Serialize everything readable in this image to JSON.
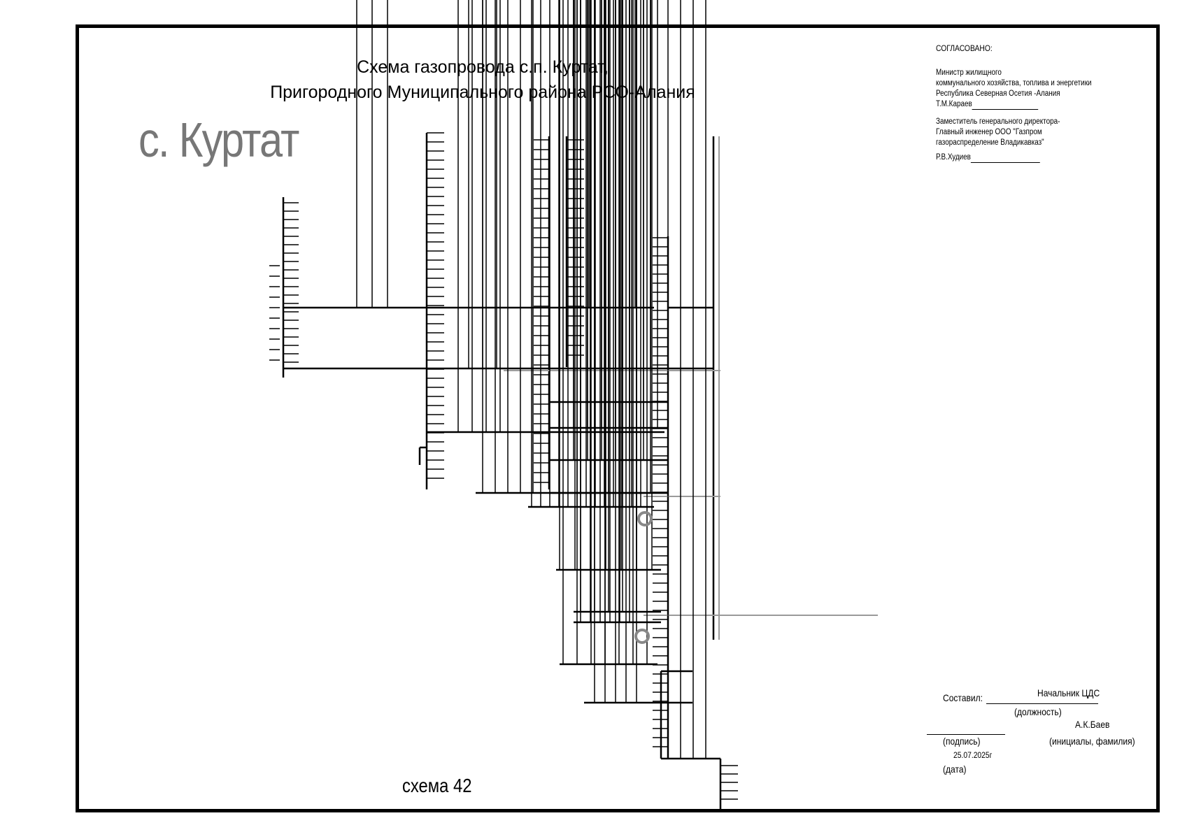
{
  "title": {
    "line1": "Схема газопровода с.п. Куртат,",
    "line2": "Пригородного  Муниципального района РСО-Алания"
  },
  "village_label": "с. Куртат",
  "scheme_label": "схема 42",
  "approval": {
    "heading": "СОГЛАСОВАНО:",
    "minister_line1": "Министр жилищного",
    "minister_line2": "коммунального хозяйства, топлива и энергетики",
    "minister_line3": "Республика Северная Осетия -Алания",
    "minister_name": "Т.М.Караев",
    "deputy_line1": "Заместитель генерального директора-",
    "deputy_line2": "Главный инженер  ООО \"Газпром",
    "deputy_line3": "газораспределение Владикавказ\"",
    "deputy_name": "Р.В.Худиев"
  },
  "signature": {
    "compiled_label": "Составил:",
    "position_value": "Начальник ЦДС",
    "position_caption": "(должность)",
    "name_value": "А.К.Баев",
    "signature_caption": "(подпись)",
    "name_caption": "(инициалы, фамилия)",
    "date_value": "25.07.2025г",
    "date_caption": "(дата)"
  },
  "colors": {
    "pipe": "#000000",
    "main_pipe": "#9a9a9a",
    "marker": "#888888",
    "village_label": "#777777"
  }
}
